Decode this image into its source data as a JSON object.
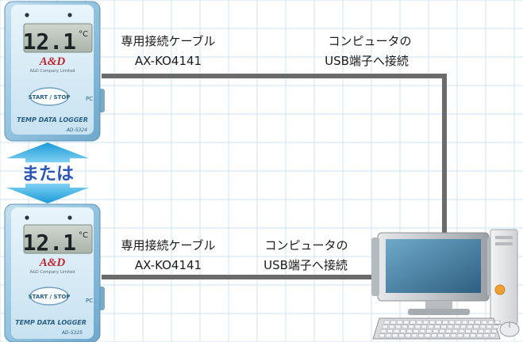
{
  "top_logger": {
    "display_value": "12.1",
    "display_unit": "°C",
    "brand": "A&D",
    "brand_sub": "A&D Company Limited",
    "start_button": "START / STOP",
    "port_label": "PC",
    "product_name": "TEMP DATA LOGGER",
    "model": "AD-5324"
  },
  "bottom_logger": {
    "display_value": "12.1",
    "display_unit": "°C",
    "brand": "A&D",
    "brand_sub": "A&D Company Limited",
    "start_button": "START / STOP",
    "port_label": "PC",
    "product_name": "TEMP DATA LOGGER",
    "model": "AD-5325"
  },
  "or_label": "または",
  "top_cable": {
    "line1": "専用接続ケーブル",
    "line2": "AX-KO4141"
  },
  "top_usb": {
    "line1": "コンピュータの",
    "line2": "USB端子へ接続"
  },
  "bottom_cable": {
    "line1": "専用接続ケーブル",
    "line2": "AX-KO4141"
  },
  "bottom_usb": {
    "line1": "コンピュータの",
    "line2": "USB端子へ接続"
  },
  "colors": {
    "grid": "#cfe3f3",
    "cable": "#6b6b6b",
    "logger_body": "#9cc6df",
    "arrow": "#39b3e6",
    "or_text": "#2a56b8"
  }
}
